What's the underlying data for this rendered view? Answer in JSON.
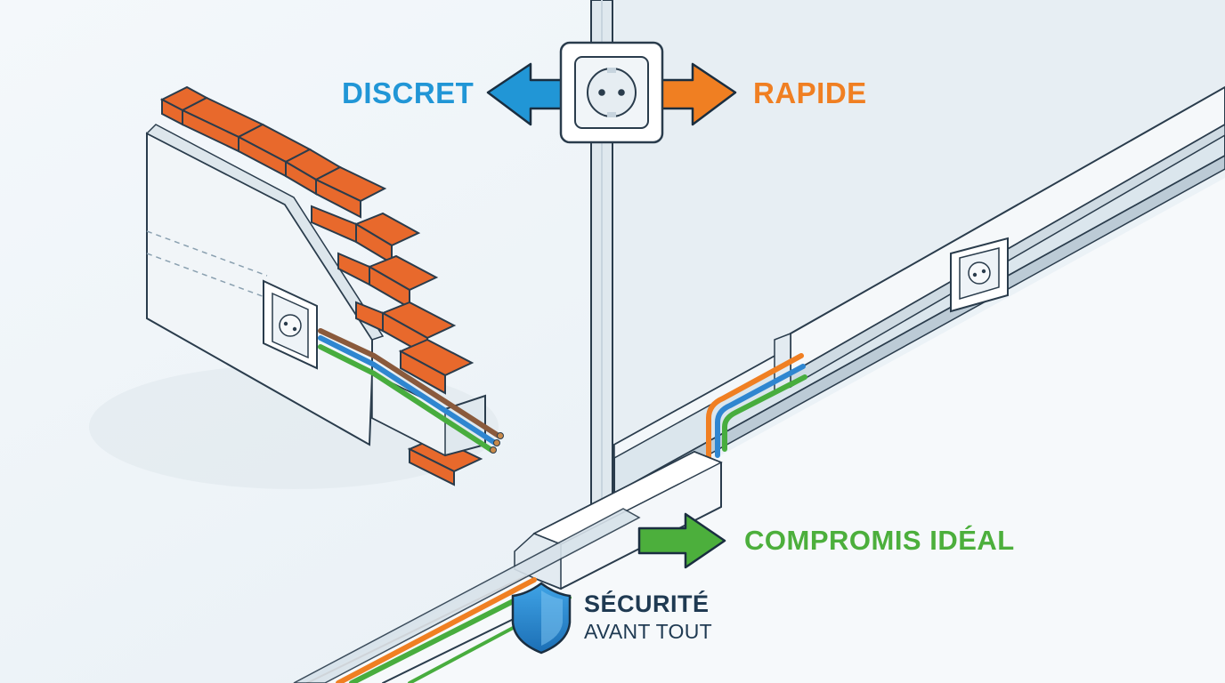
{
  "labels": {
    "discret": "DISCRET",
    "rapide": "RAPIDE",
    "compromis": "COMPROMIS IDÉAL",
    "securite_line1": "SÉCURITÉ",
    "securite_line2": "AVANT TOUT"
  },
  "colors": {
    "discret": "#2196d6",
    "rapide": "#f07f22",
    "compromis": "#4caf3c",
    "securite": "#1f3a52",
    "brick": "#e8692c",
    "wire_brown": "#8a5a3c",
    "wire_blue": "#2f86d0",
    "wire_green": "#48ad3e"
  },
  "icons": [
    "arrow-left-icon",
    "arrow-right-icon",
    "socket-icon",
    "shield-icon"
  ]
}
